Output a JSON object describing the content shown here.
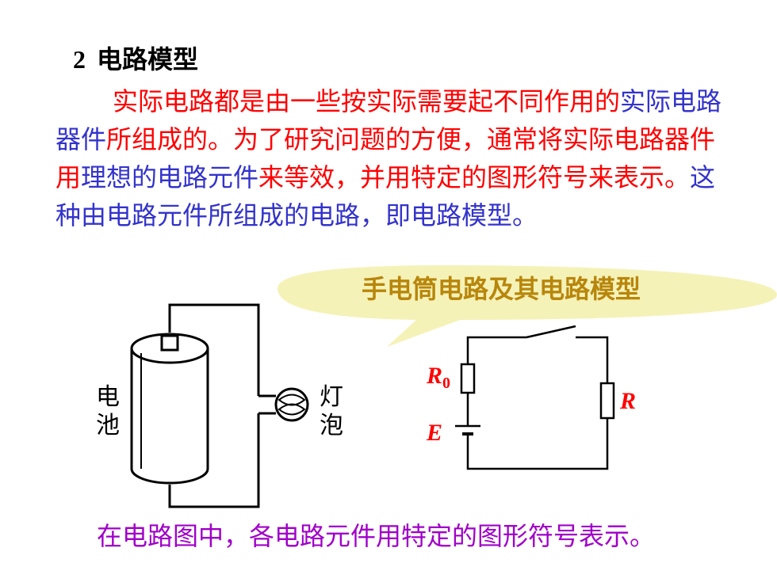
{
  "heading": {
    "number": "2",
    "title": "电路模型"
  },
  "paragraph": {
    "seg1": "实际电路都是由一些按实际需要起不同作用的",
    "seg2": "实际电路器件",
    "seg3": "所组成的。为了研究问题的方便，通常将实际电路器件用",
    "seg4": "理想的电路元件",
    "seg5": "来等效，并用特定的图形符号来表示。",
    "seg6": "这种由电路元件所组成的电路，即电路模型。"
  },
  "callout": {
    "text": "手电筒电路及其电路模型"
  },
  "flashlight": {
    "battery_label_1": "电",
    "battery_label_2": "池",
    "bulb_label_1": "灯",
    "bulb_label_2": "泡"
  },
  "model": {
    "r0_main": "R",
    "r0_sub": "0",
    "e_label": "E",
    "r_label": "R"
  },
  "caption": "在电路图中，各电路元件用特定的图形符号表示。",
  "colors": {
    "red": "#ff0000",
    "blue": "#3333cc",
    "callout_fill": "#f5f2b8",
    "callout_text": "#b8860b",
    "caption": "#a000c8"
  }
}
